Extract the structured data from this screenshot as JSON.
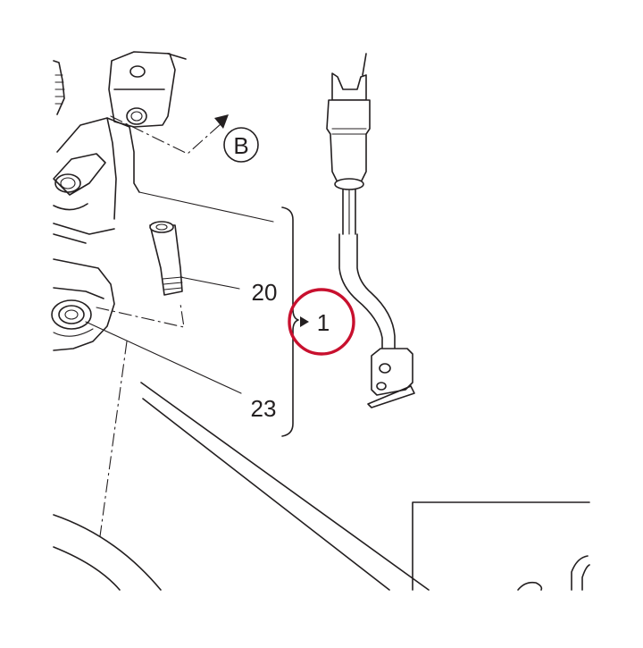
{
  "callouts": {
    "view_ref": "B",
    "part_20": "20",
    "part_1": "1",
    "part_23": "23"
  },
  "colors": {
    "line": "#231f20",
    "highlight_circle": "#c8102e",
    "background": "#ffffff"
  }
}
